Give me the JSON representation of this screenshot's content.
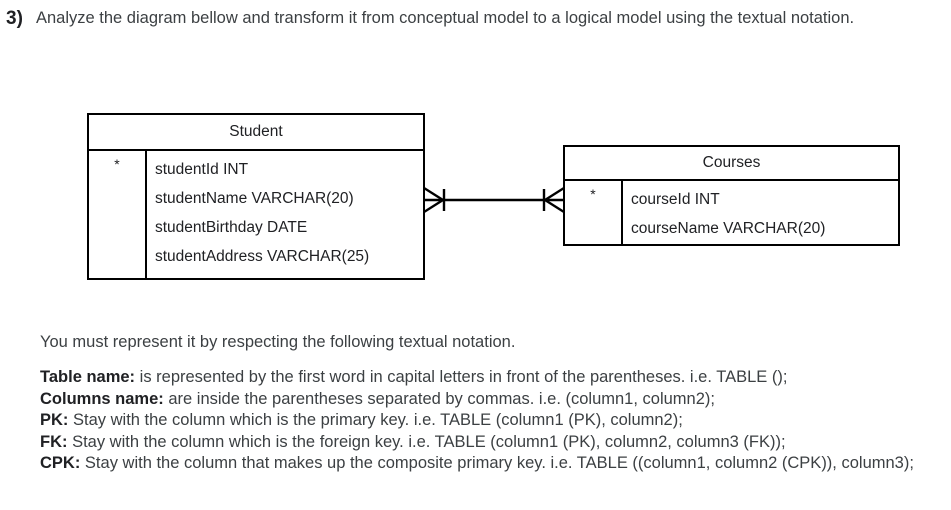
{
  "question": {
    "number": "3)",
    "text": "Analyze the diagram bellow and transform it from conceptual model to a logical model using the textual notation."
  },
  "diagram": {
    "type": "entity-relationship",
    "notation": "crows-foot",
    "entities": [
      {
        "name": "Student",
        "key_mark": "*",
        "attributes": [
          "studentId INT",
          "studentName VARCHAR(20)",
          "studentBirthday DATE",
          "studentAddress VARCHAR(25)"
        ]
      },
      {
        "name": "Courses",
        "key_mark": "*",
        "attributes": [
          "courseId INT",
          "courseName VARCHAR(20)"
        ]
      }
    ],
    "relationship": {
      "from": "Student",
      "to": "Courses",
      "left_cardinality": "one-or-many",
      "right_cardinality": "one-or-many",
      "line_color": "#000000"
    }
  },
  "notation_section": {
    "intro": "You must represent it by respecting the following textual notation.",
    "rules": [
      {
        "label": "Table name:",
        "text": " is represented by the first word in capital letters in front of the parentheses. i.e. TABLE ();"
      },
      {
        "label": "Columns name:",
        "text": " are inside the parentheses separated by commas. i.e. (column1, column2);"
      },
      {
        "label": "PK:",
        "text": " Stay with the column which is the primary key. i.e. TABLE (column1 (PK), column2);"
      },
      {
        "label": "FK:",
        "text": " Stay with the column which is the foreign key. i.e. TABLE (column1 (PK), column2, column3 (FK));"
      },
      {
        "label": "CPK:",
        "text": " Stay with the column that makes up the composite primary key. i.e. TABLE ((column1, column2 (CPK)), column3);"
      }
    ]
  }
}
